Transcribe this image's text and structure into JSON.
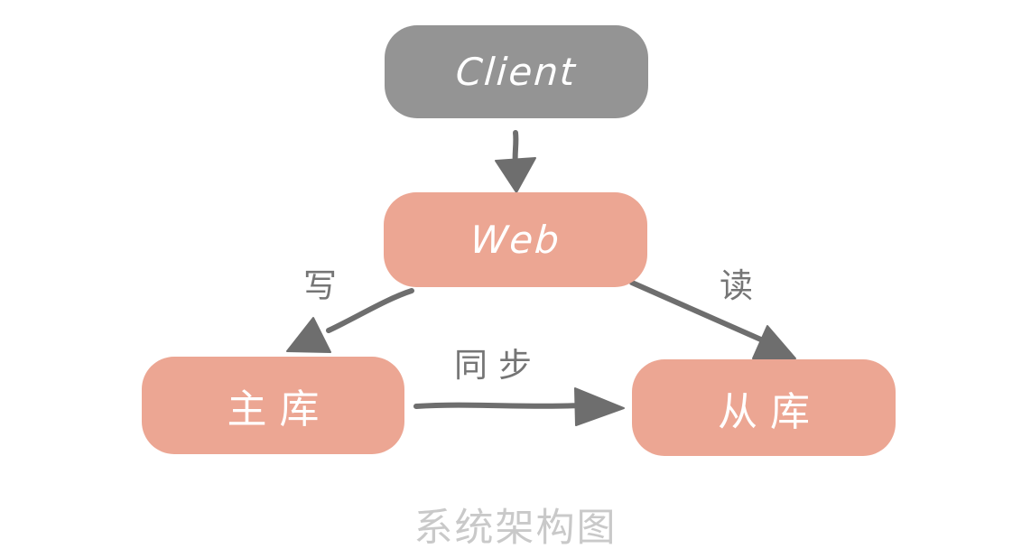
{
  "diagram": {
    "caption": "系统架构图",
    "nodes": {
      "client": {
        "label": "Client"
      },
      "web": {
        "label": "Web"
      },
      "master": {
        "label": "主库"
      },
      "replica": {
        "label": "从库"
      }
    },
    "edges": {
      "web_master": {
        "label": "写"
      },
      "web_replica": {
        "label": "读"
      },
      "master_replica": {
        "label": "同步"
      }
    }
  },
  "colors": {
    "node-gray": "#949494",
    "node-salmon": "#ECA693",
    "node-text": "#FFFFFF",
    "arrow": "#6E6E6E",
    "edge-label": "#757575",
    "caption": "#C9C9C9",
    "background": "#FFFFFF"
  }
}
